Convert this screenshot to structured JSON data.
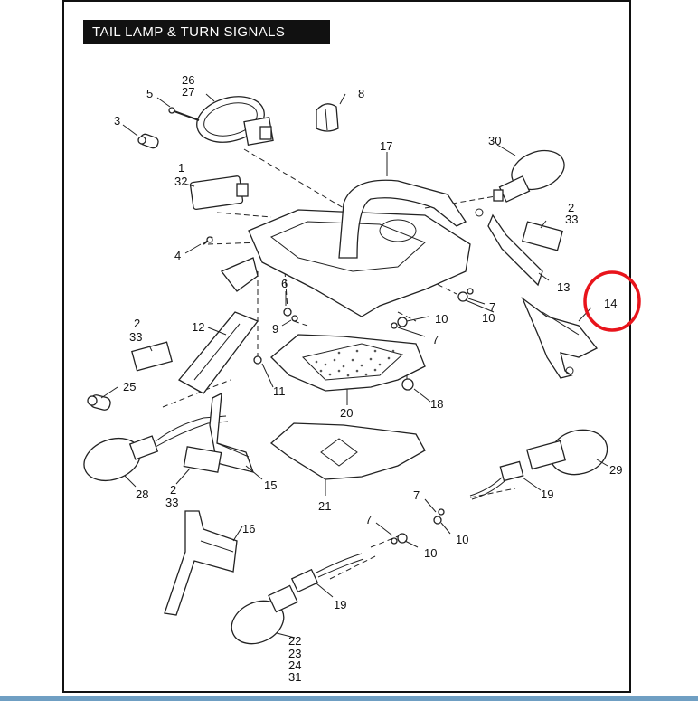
{
  "title": "TAIL LAMP & TURN SIGNALS",
  "callouts": {
    "c1": "1",
    "c2a": "2",
    "c2b": "2",
    "c2c": "2",
    "c3": "3",
    "c4": "4",
    "c5": "5",
    "c6": "6",
    "c7a": "7",
    "c7b": "7",
    "c7c": "7",
    "c7d": "7",
    "c8": "8",
    "c9": "9",
    "c10a": "10",
    "c10b": "10",
    "c10c": "10",
    "c10d": "10",
    "c11": "11",
    "c12": "12",
    "c13": "13",
    "c14": "14",
    "c15": "15",
    "c16": "16",
    "c17": "17",
    "c18": "18",
    "c19a": "19",
    "c19b": "19",
    "c20": "20",
    "c21": "21",
    "c22": "22",
    "c23": "23",
    "c24": "24",
    "c25": "25",
    "c26": "26",
    "c27": "27",
    "c28": "28",
    "c29": "29",
    "c30": "30",
    "c31": "31",
    "c32": "32",
    "c33a": "33",
    "c33b": "33",
    "c33c": "33"
  },
  "highlight": {
    "color": "#e8141b",
    "target": "14"
  },
  "colors": {
    "frame": "#111111",
    "strip": "#6f9fc3"
  }
}
